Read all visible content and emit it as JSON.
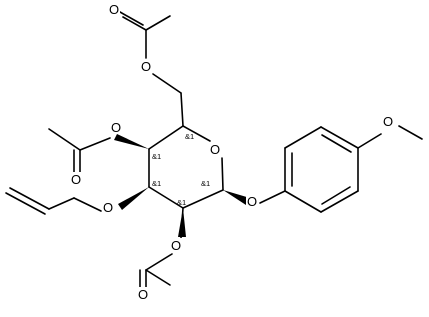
{
  "molecule": {
    "atom_labels": {
      "o_acetyl_top_carbonyl": "O",
      "o_acetyl_top_ester": "O",
      "o_ring": "O",
      "o_acetyl_c4_ester": "O",
      "o_acetyl_c4_carbonyl": "O",
      "o_allyl": "O",
      "o_anomeric": "O",
      "o_acetyl_c2_ester": "O",
      "o_acetyl_c2_carbonyl": "O",
      "o_methoxy": "O"
    },
    "stereo_labels": {
      "c5": "&1",
      "c4": "&1",
      "c3": "&1",
      "c2": "&1",
      "c1": "&1"
    }
  }
}
